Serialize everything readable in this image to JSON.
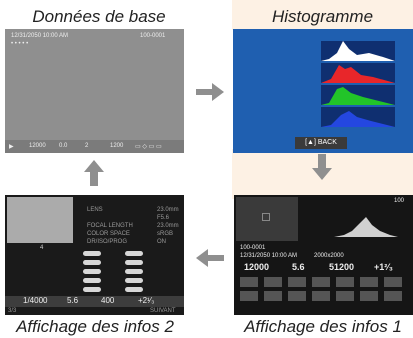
{
  "captions": {
    "top_left": "Données de base",
    "top_right": "Histogramme",
    "bottom_left": "Affichage des infos 2",
    "bottom_right": "Affichage des infos 1"
  },
  "basic": {
    "datetime": "12/31/2050 10:00 AM",
    "dots": "• • • • •",
    "file_no": "100-0001",
    "iso": "12000",
    "ev": "0.0",
    "aperture": "2",
    "shutter": "1200"
  },
  "histogram": {
    "back_label": "BACK",
    "colors": {
      "background": "#1f5fb0",
      "white": "#ffffff",
      "red": "#e8262a",
      "green": "#22c429",
      "blue": "#2447e0"
    }
  },
  "info2": {
    "items": [
      "LENS",
      "FOCAL LENGTH",
      "COLOR SPACE",
      "DR/ISO/PROG"
    ],
    "values": [
      "23.0mm",
      "F5.6",
      "23.0mm",
      "sRGB",
      "ON"
    ],
    "shutter": "1/4000",
    "aperture": "5.6",
    "iso": "400",
    "ev": "+2¹⁄₃",
    "counter": "3/3",
    "next_label": "SUIVANT",
    "magnify": "4"
  },
  "info1": {
    "file_no": "100-0001",
    "datetime": "12/31/2050 10:00 AM",
    "size": "2000x2000",
    "shutter": "12000",
    "aperture": "5.6",
    "iso": "51200",
    "ev": "+1²⁄₃",
    "battery": "100"
  }
}
